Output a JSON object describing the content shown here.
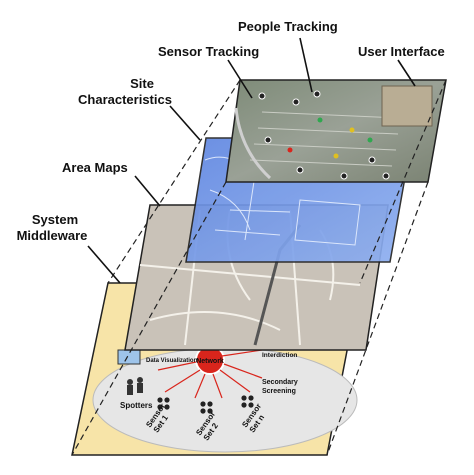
{
  "labels": {
    "people_tracking": "People Tracking",
    "sensor_tracking": "Sensor Tracking",
    "user_interface": "User Interface",
    "site_characteristics_line1": "Site",
    "site_characteristics_line2": "Characteristics",
    "area_maps": "Area Maps",
    "system_middleware_line1": "System",
    "system_middleware_line2": "Middleware"
  },
  "middleware_layer": {
    "network": "Network",
    "data_visualization": "Data Visualization",
    "interdiction": "Interdiction",
    "secondary_screening_line1": "Secondary",
    "secondary_screening_line2": "Screening",
    "spotters": "Spotters",
    "sensor_set_1_line1": "Sensor",
    "sensor_set_1_line2": "Set 1",
    "sensor_set_2_line1": "Sensor",
    "sensor_set_2_line2": "Set 2",
    "sensor_set_n_line1": "Sensor",
    "sensor_set_n_line2": "Set n"
  },
  "colors": {
    "middleware_fill": "#f7e4a8",
    "middleware_disc": "#e8e8e8",
    "area_map_fill": "#c9c2b8",
    "site_fill": "#6f94e6",
    "ui_fill": "#8e9a86",
    "network_red": "#d9251c"
  }
}
